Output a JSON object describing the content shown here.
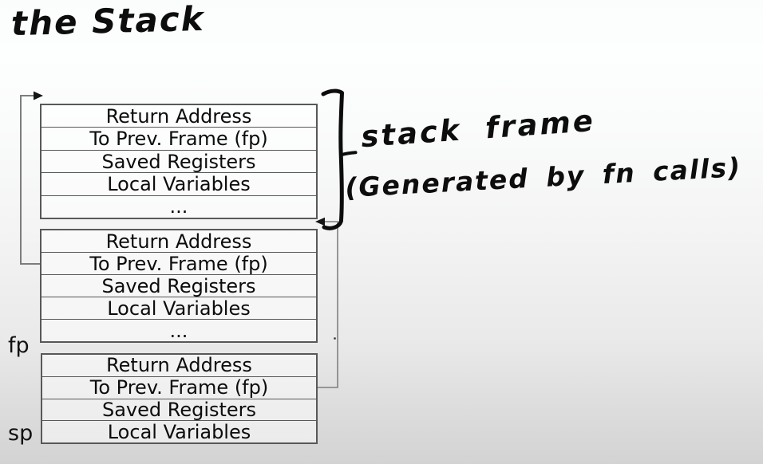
{
  "title": "the Stack",
  "annotation": {
    "line1": "stack frame",
    "line2": "(Generated by fn calls)"
  },
  "stack": {
    "frames": [
      {
        "rows": [
          "Return Address",
          "To Prev. Frame (fp)",
          "Saved Registers",
          "Local Variables",
          "..."
        ]
      },
      {
        "rows": [
          "Return Address",
          "To Prev. Frame (fp)",
          "Saved Registers",
          "Local Variables",
          "..."
        ]
      },
      {
        "rows": [
          "Return Address",
          "To Prev. Frame (fp)",
          "Saved Registers",
          "Local Variables"
        ]
      }
    ],
    "pointer_labels": {
      "fp": "fp",
      "sp": "sp"
    }
  },
  "icons": {
    "bracket": "hand-drawn right square bracket spanning top stack frame",
    "left_connector": "arrow from frame 2 'To Prev. Frame (fp)' up to top of frame 1",
    "right_connector": "arrow from frame 3 'To Prev. Frame (fp)' up to top of frame 2"
  },
  "colors": {
    "ink": "#0d0d0d",
    "frame_border": "#585858",
    "connector": "#7d7d7d",
    "background_top": "#fdfefe",
    "background_bottom": "#d3d3d3"
  }
}
